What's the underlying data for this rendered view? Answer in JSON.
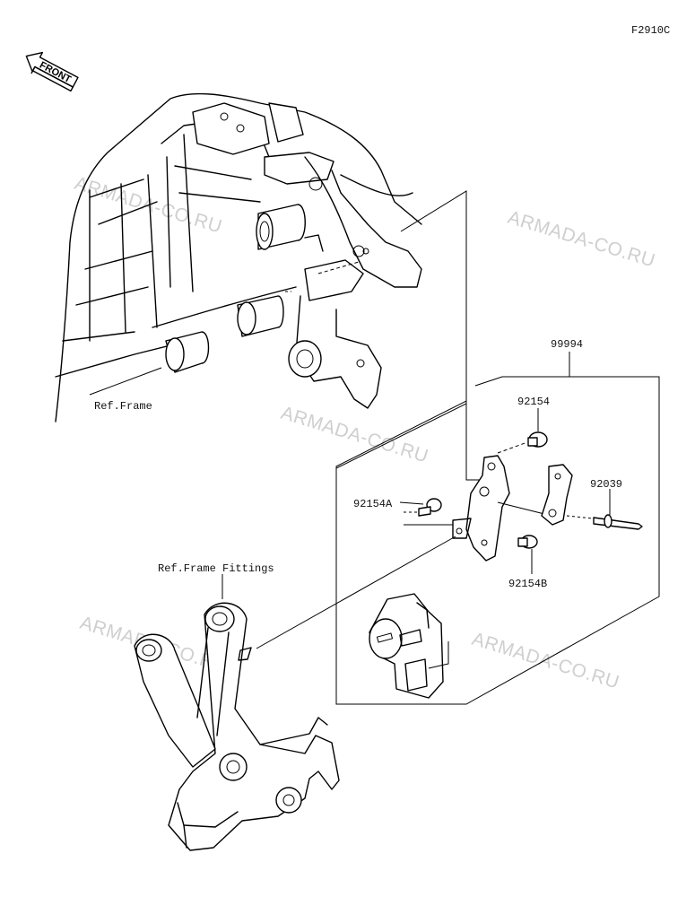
{
  "diagram": {
    "code": "F2910C",
    "front_label": "FRONT",
    "watermark": "ARMADA-CO.RU",
    "ref_frame": "Ref.Frame",
    "ref_frame_fittings": "Ref.Frame Fittings",
    "parts": {
      "kit": "99994",
      "bolt_top": "92154",
      "bolt_a": "92154A",
      "bolt_b": "92154B",
      "pin": "92039"
    }
  }
}
